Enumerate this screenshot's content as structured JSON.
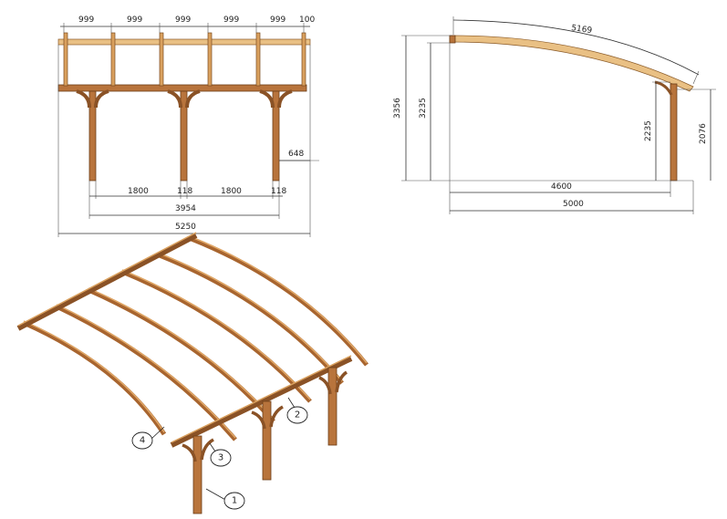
{
  "front_view": {
    "top_spacings": [
      "999",
      "999",
      "999",
      "999",
      "999",
      "100"
    ],
    "bottom_spans": [
      "1800",
      "118",
      "1800",
      "118"
    ],
    "post_offset": "648",
    "post_span": "3954",
    "total_width": "5250"
  },
  "side_view": {
    "arc_length": "5169",
    "total_height": "3356",
    "high_post_height": "3235",
    "low_post_height": "2235",
    "low_beam_height": "2076",
    "post_distance": "4600",
    "total_depth": "5000"
  },
  "isometric_view": {
    "callouts": [
      "1",
      "2",
      "3",
      "4"
    ]
  }
}
